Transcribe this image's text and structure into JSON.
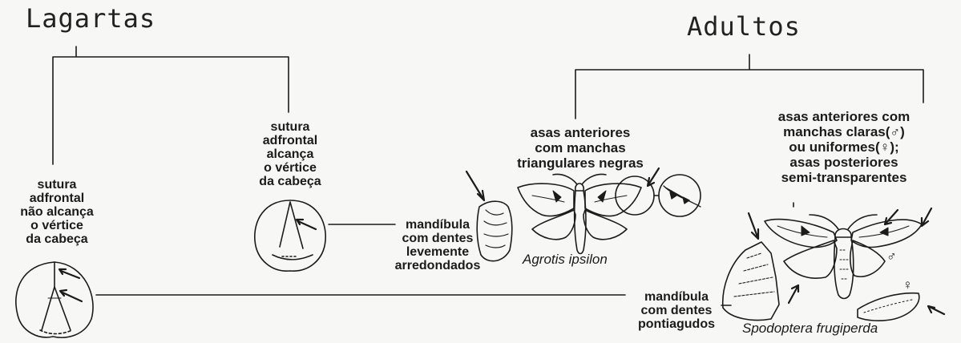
{
  "headings": {
    "larvae": "Lagartas",
    "adults": "Adultos"
  },
  "larvae": {
    "suture_not_reaching": "sutura\nadfrontal\nnão alcança\no vértice\nda cabeça",
    "suture_reaching": "sutura\nadfrontal\nalcança\no vértice\nda cabeça",
    "mandible_rounded": "mandíbula\ncom dentes\nlevemente\narredondados",
    "mandible_pointed": "mandíbula\ncom dentes\npontiagudos"
  },
  "adults": {
    "agrotis_wings": "asas anteriores\ncom manchas\ntriangulares negras",
    "spodoptera_wings": "asas anteriores com\nmanchas claras(♂)\nou uniformes(♀);\nasas posteriores\nsemi-transparentes"
  },
  "species": {
    "agrotis": "Agrotis ipsilon",
    "spodoptera": "Spodoptera frugiperda"
  },
  "symbols": {
    "male": "♂",
    "female": "♀"
  },
  "colors": {
    "ink": "#1b1b1b",
    "paper": "#f7f7f5"
  }
}
